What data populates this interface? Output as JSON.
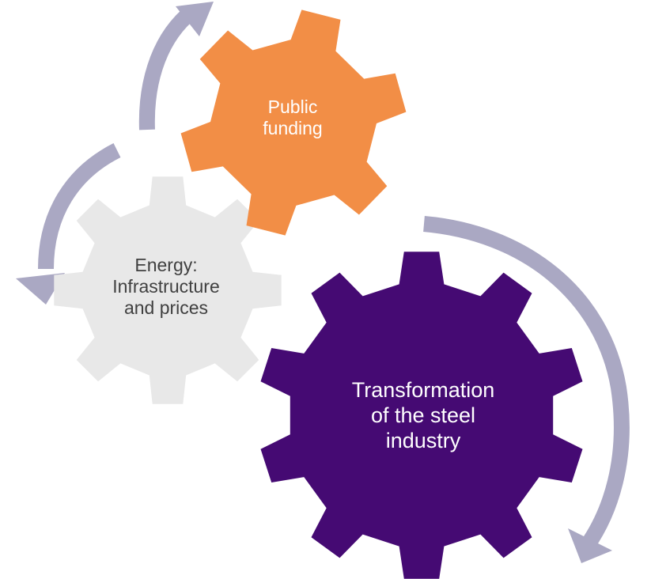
{
  "colors": {
    "arrow": "#aaa8c3",
    "energy_gear": "#e8e8e8",
    "funding_gear": "#f28e46",
    "steel_gear": "#450a73",
    "energy_text": "#404040",
    "funding_text": "#ffffff",
    "steel_text": "#ffffff"
  },
  "gears": {
    "energy": {
      "line1": "Energy:",
      "line2": "Infrastructure",
      "line3": "and prices"
    },
    "funding": {
      "line1": "Public",
      "line2": "funding"
    },
    "steel": {
      "line1": "Transformation",
      "line2": "of the steel",
      "line3": "industry"
    }
  },
  "arrows": [
    {
      "name": "arrow-to-funding",
      "direction": "up"
    },
    {
      "name": "arrow-to-energy",
      "direction": "down-left"
    },
    {
      "name": "arrow-to-steel",
      "direction": "down"
    }
  ]
}
